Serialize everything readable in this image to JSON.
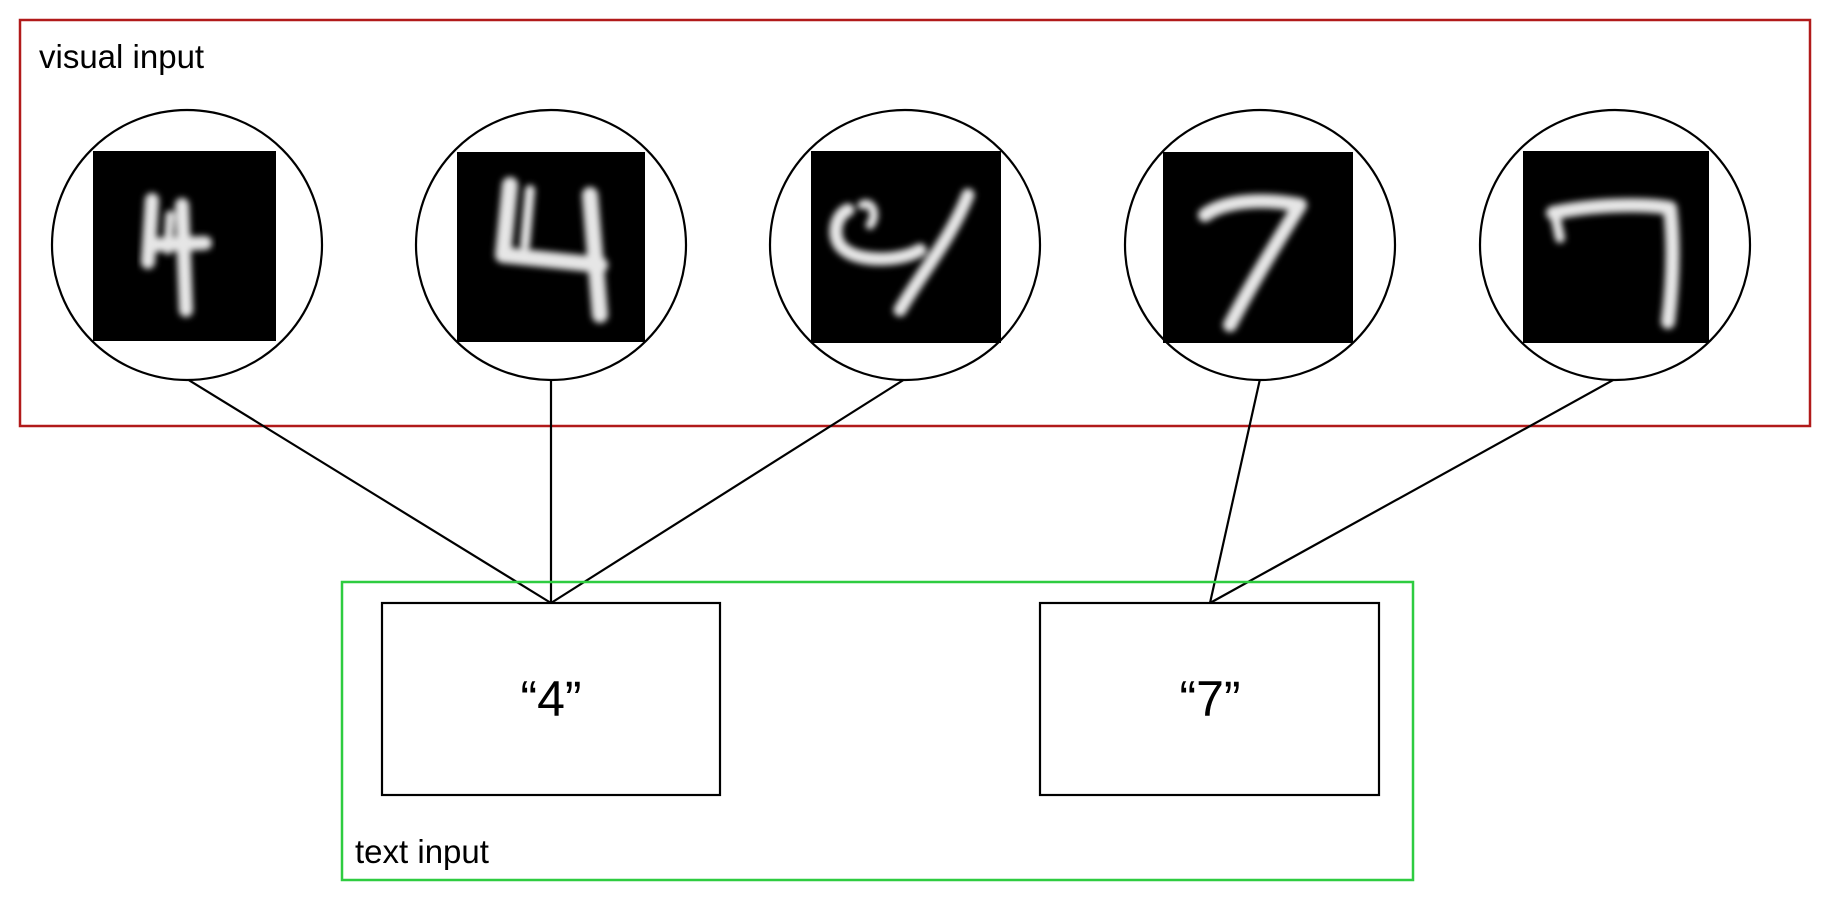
{
  "visual_group": {
    "label": "visual input",
    "border_color": "#b11a1a"
  },
  "text_group": {
    "label": "text input",
    "border_color": "#2ecc40"
  },
  "text_boxes": [
    {
      "text": "“4”"
    },
    {
      "text": "“7”"
    }
  ],
  "digit_images": [
    {
      "depicts": "handwritten-digit-4",
      "links_to_text_box": 0
    },
    {
      "depicts": "handwritten-digit-4",
      "links_to_text_box": 0
    },
    {
      "depicts": "handwritten-digit-4",
      "links_to_text_box": 0
    },
    {
      "depicts": "handwritten-digit-7",
      "links_to_text_box": 1
    },
    {
      "depicts": "handwritten-digit-7",
      "links_to_text_box": 1
    }
  ],
  "colors": {
    "line": "#000000",
    "image_background": "#000000",
    "stroke_glyph": "#e6e6e6"
  }
}
